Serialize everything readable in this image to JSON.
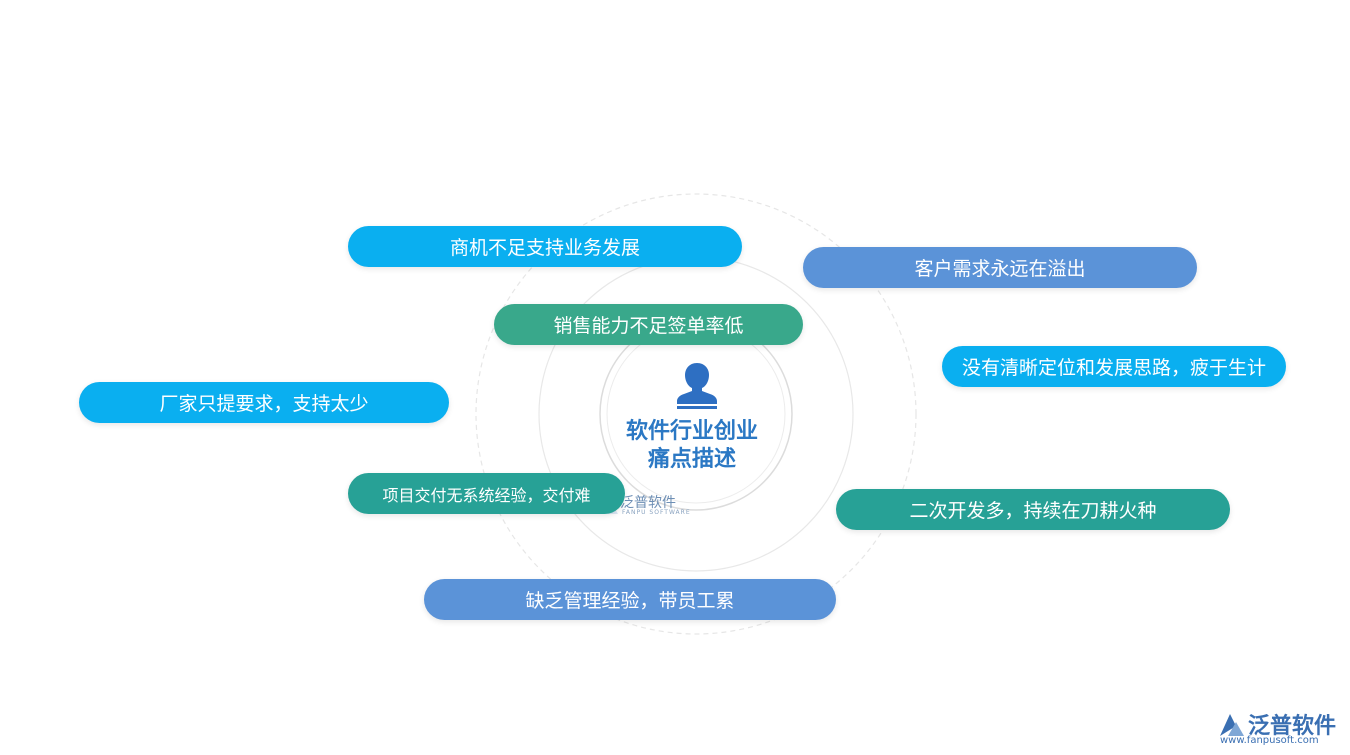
{
  "center": {
    "title_line1": "软件行业创业",
    "title_line2": "痛点描述"
  },
  "items": [
    {
      "label": "商机不足支持业务发展"
    },
    {
      "label": "客户需求永远在溢出"
    },
    {
      "label": "销售能力不足签单率低"
    },
    {
      "label": "没有清晰定位和发展思路，疲于生计"
    },
    {
      "label": "厂家只提要求，支持太少"
    },
    {
      "label": "项目交付无系统经验，交付难"
    },
    {
      "label": "二次开发多，持续在刀耕火种"
    },
    {
      "label": "缺乏管理经验，带员工累"
    }
  ],
  "watermark": {
    "text": "泛普软件",
    "sub": "FANPU SOFTWARE"
  },
  "brand": {
    "name": "泛普软件",
    "url": "www.fanpusoft.com"
  },
  "colors": {
    "cyan": "#0aaff0",
    "blue": "#5b93d8",
    "green": "#39a88b",
    "teal": "#27a196",
    "title": "#2b78c4"
  }
}
